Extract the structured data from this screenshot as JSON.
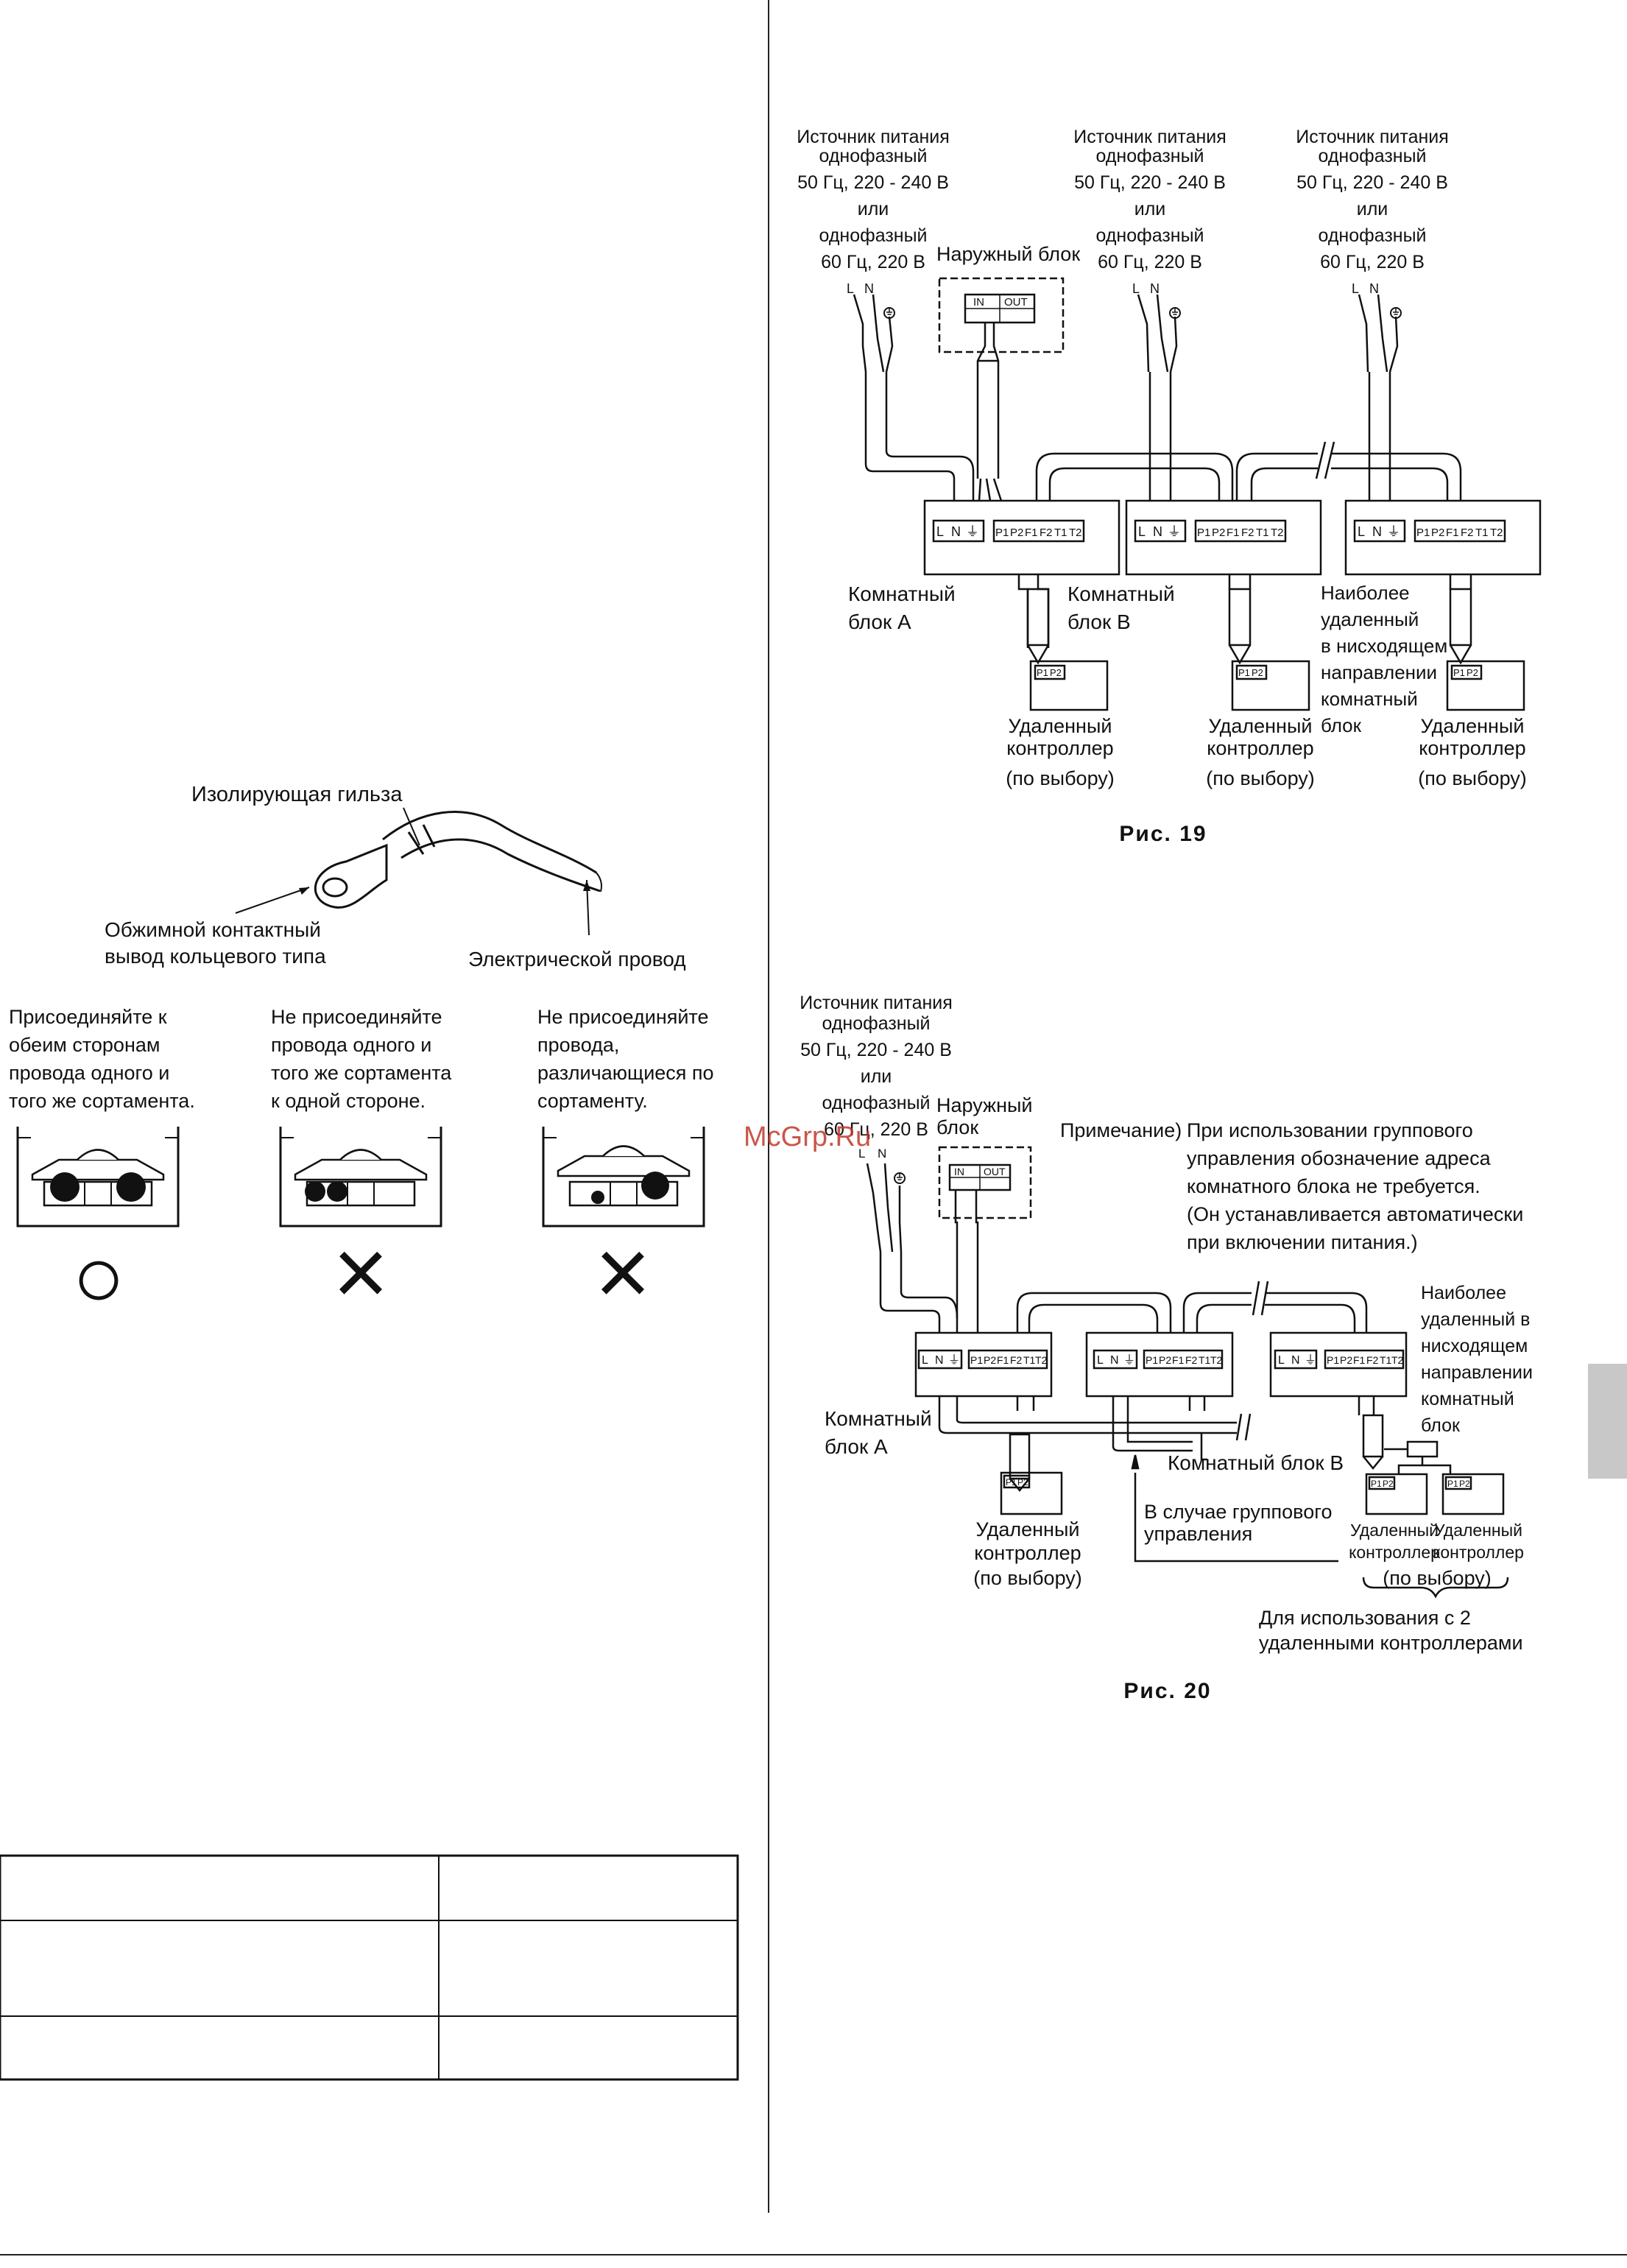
{
  "watermark": "McGrp.Ru",
  "left": {
    "sleeve_label": "Изолирующая гильза",
    "terminal_label": [
      "Обжимной контактный",
      "вывод кольцевого типа"
    ],
    "wire_label": "Электрической провод",
    "rules": [
      {
        "lines": [
          "Присоединяйте к",
          "обеим сторонам",
          "провода одного и",
          "того же сортамента."
        ],
        "mark": "○"
      },
      {
        "lines": [
          "Не присоединяйте",
          "провода одного и",
          "того же сортамента",
          "к одной стороне."
        ],
        "mark": "×"
      },
      {
        "lines": [
          "Не присоединяйте",
          "провода,",
          "различающиеся по",
          "сортаменту."
        ],
        "mark": "×"
      }
    ]
  },
  "fig19": {
    "caption": "Рис. 19",
    "power_source": [
      "Источник питания",
      "однофазный",
      "50 Гц, 220 - 240 В",
      "или",
      "однофазный",
      "60 Гц, 220 В"
    ],
    "power_source_mid": [
      "Источник питания",
      "однофазный",
      "50 Гц, 220 - 240 В",
      "или",
      "однофазный",
      "60 Гц, 220 В"
    ],
    "power_source_right": [
      "Источник питания",
      "однофазный",
      "50 Гц, 220 - 240 В",
      "или",
      "однофазный",
      "60 Гц, 220 В"
    ],
    "outdoor_unit": "Наружный блок",
    "indoor_a": [
      "Комнатный",
      "блок A"
    ],
    "indoor_b": [
      "Комнатный",
      "блок B"
    ],
    "farthest": [
      "Наиболее",
      "удаленный",
      "в нисходящем",
      "направлении",
      "комнатный",
      "блок"
    ],
    "remote": [
      "Удаленный",
      "контроллер",
      "(по выбору)"
    ]
  },
  "fig20": {
    "caption": "Рис. 20",
    "power_source": [
      "Источник питания",
      "однофазный",
      "50 Гц, 220 - 240 В",
      "или",
      "однофазный",
      "60 Гц, 220 В"
    ],
    "outdoor_unit": [
      "Наружный",
      "блок"
    ],
    "note_prefix": "Примечание)",
    "note": [
      "При использовании группового",
      "управления обозначение адреса",
      "комнатного блока не требуется.",
      "(Он устанавливается автоматически",
      "при включении питания.)"
    ],
    "farthest": [
      "Наиболее",
      "удаленный в",
      "нисходящем",
      "направлении",
      "комнатный",
      "блок"
    ],
    "indoor_a": [
      "Комнатный",
      "блок A"
    ],
    "indoor_b": "Комнатный блок B",
    "group_control": [
      "В случае группового",
      "управления"
    ],
    "remote": [
      "Удаленный",
      "контроллер",
      "(по выбору)"
    ],
    "remote_two": [
      "Удаленный",
      "контроллер"
    ],
    "remote_opt": "(по выбору)",
    "two_remotes": [
      "Для использования с 2",
      "удаленными контроллерами"
    ]
  },
  "terminals": {
    "power": [
      "L",
      "N",
      "⏚"
    ],
    "signal": [
      "P1",
      "P2",
      "F1",
      "F2",
      "T1",
      "T2"
    ],
    "outdoor_in": "IN",
    "outdoor_out": "OUT",
    "remote": [
      "P1",
      "P2"
    ],
    "line_labels": [
      "L",
      "N"
    ]
  }
}
